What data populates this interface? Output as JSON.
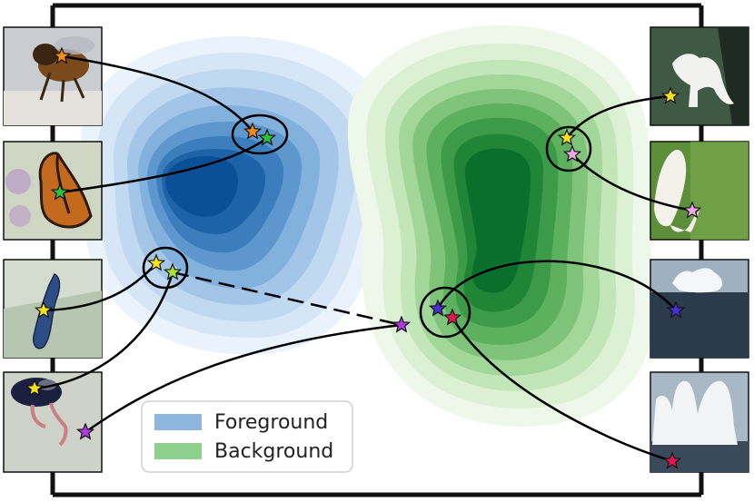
{
  "legend": {
    "items": [
      {
        "label": "Foreground",
        "color": "#8fb6dc"
      },
      {
        "label": "Background",
        "color": "#8fd08f"
      }
    ]
  },
  "colors": {
    "foreground_dark": "#08519c",
    "foreground_light": "#deebf7",
    "background_dark": "#006d2c",
    "background_light": "#e5f5e0",
    "frame": "#111111"
  },
  "thumbnails": {
    "left": [
      "bee-photo",
      "butterfly-photo",
      "bird-photo",
      "ostrich-photo"
    ],
    "right": [
      "white-plant-photo",
      "flower-bud-photo",
      "iceberg-photo",
      "ice-cliffs-photo"
    ]
  },
  "stars": [
    {
      "name": "orange-star",
      "color": "#f28c1a"
    },
    {
      "name": "green-star",
      "color": "#2fbf3a"
    },
    {
      "name": "yellow-star",
      "color": "#f6e21a"
    },
    {
      "name": "lime-star",
      "color": "#a6e43a"
    },
    {
      "name": "purple-star",
      "color": "#b03adf"
    },
    {
      "name": "pink-star",
      "color": "#f0a8e8"
    },
    {
      "name": "indigo-star",
      "color": "#4a2fd8"
    },
    {
      "name": "red-star",
      "color": "#e3174f"
    }
  ]
}
